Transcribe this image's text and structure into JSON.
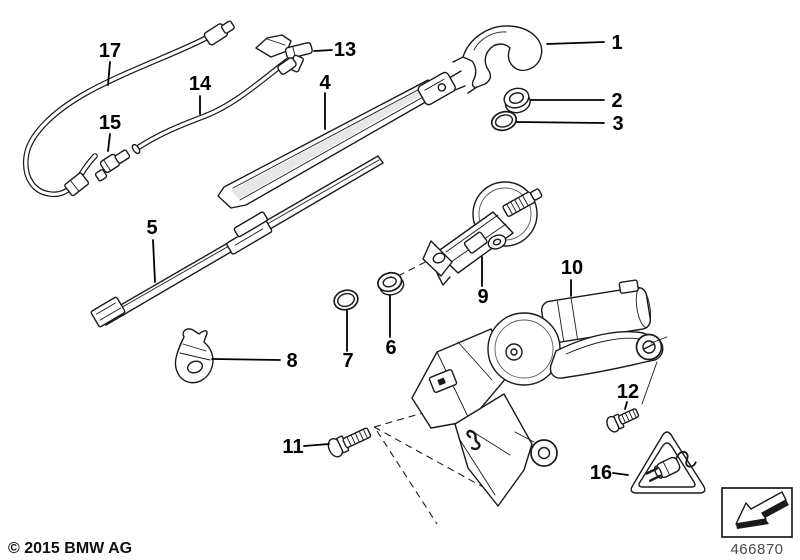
{
  "diagram": {
    "callouts": [
      {
        "num": "1"
      },
      {
        "num": "2"
      },
      {
        "num": "3"
      },
      {
        "num": "4"
      },
      {
        "num": "5"
      },
      {
        "num": "6"
      },
      {
        "num": "7"
      },
      {
        "num": "8"
      },
      {
        "num": "9"
      },
      {
        "num": "10"
      },
      {
        "num": "11"
      },
      {
        "num": "12"
      },
      {
        "num": "13"
      },
      {
        "num": "14"
      },
      {
        "num": "15"
      },
      {
        "num": "16"
      },
      {
        "num": "17"
      }
    ],
    "footer": {
      "copyright": "© 2015 BMW AG",
      "doc_number": "466870"
    },
    "icons": {
      "warning_triangle_icon": "electrical-plug-warning",
      "direction_arrow_icon": "arrow-lower-left-3d"
    },
    "colors": {
      "line": "#1a1a1a",
      "background": "#ffffff",
      "label": "#000000",
      "doc_number": "#4a4a4a"
    }
  }
}
